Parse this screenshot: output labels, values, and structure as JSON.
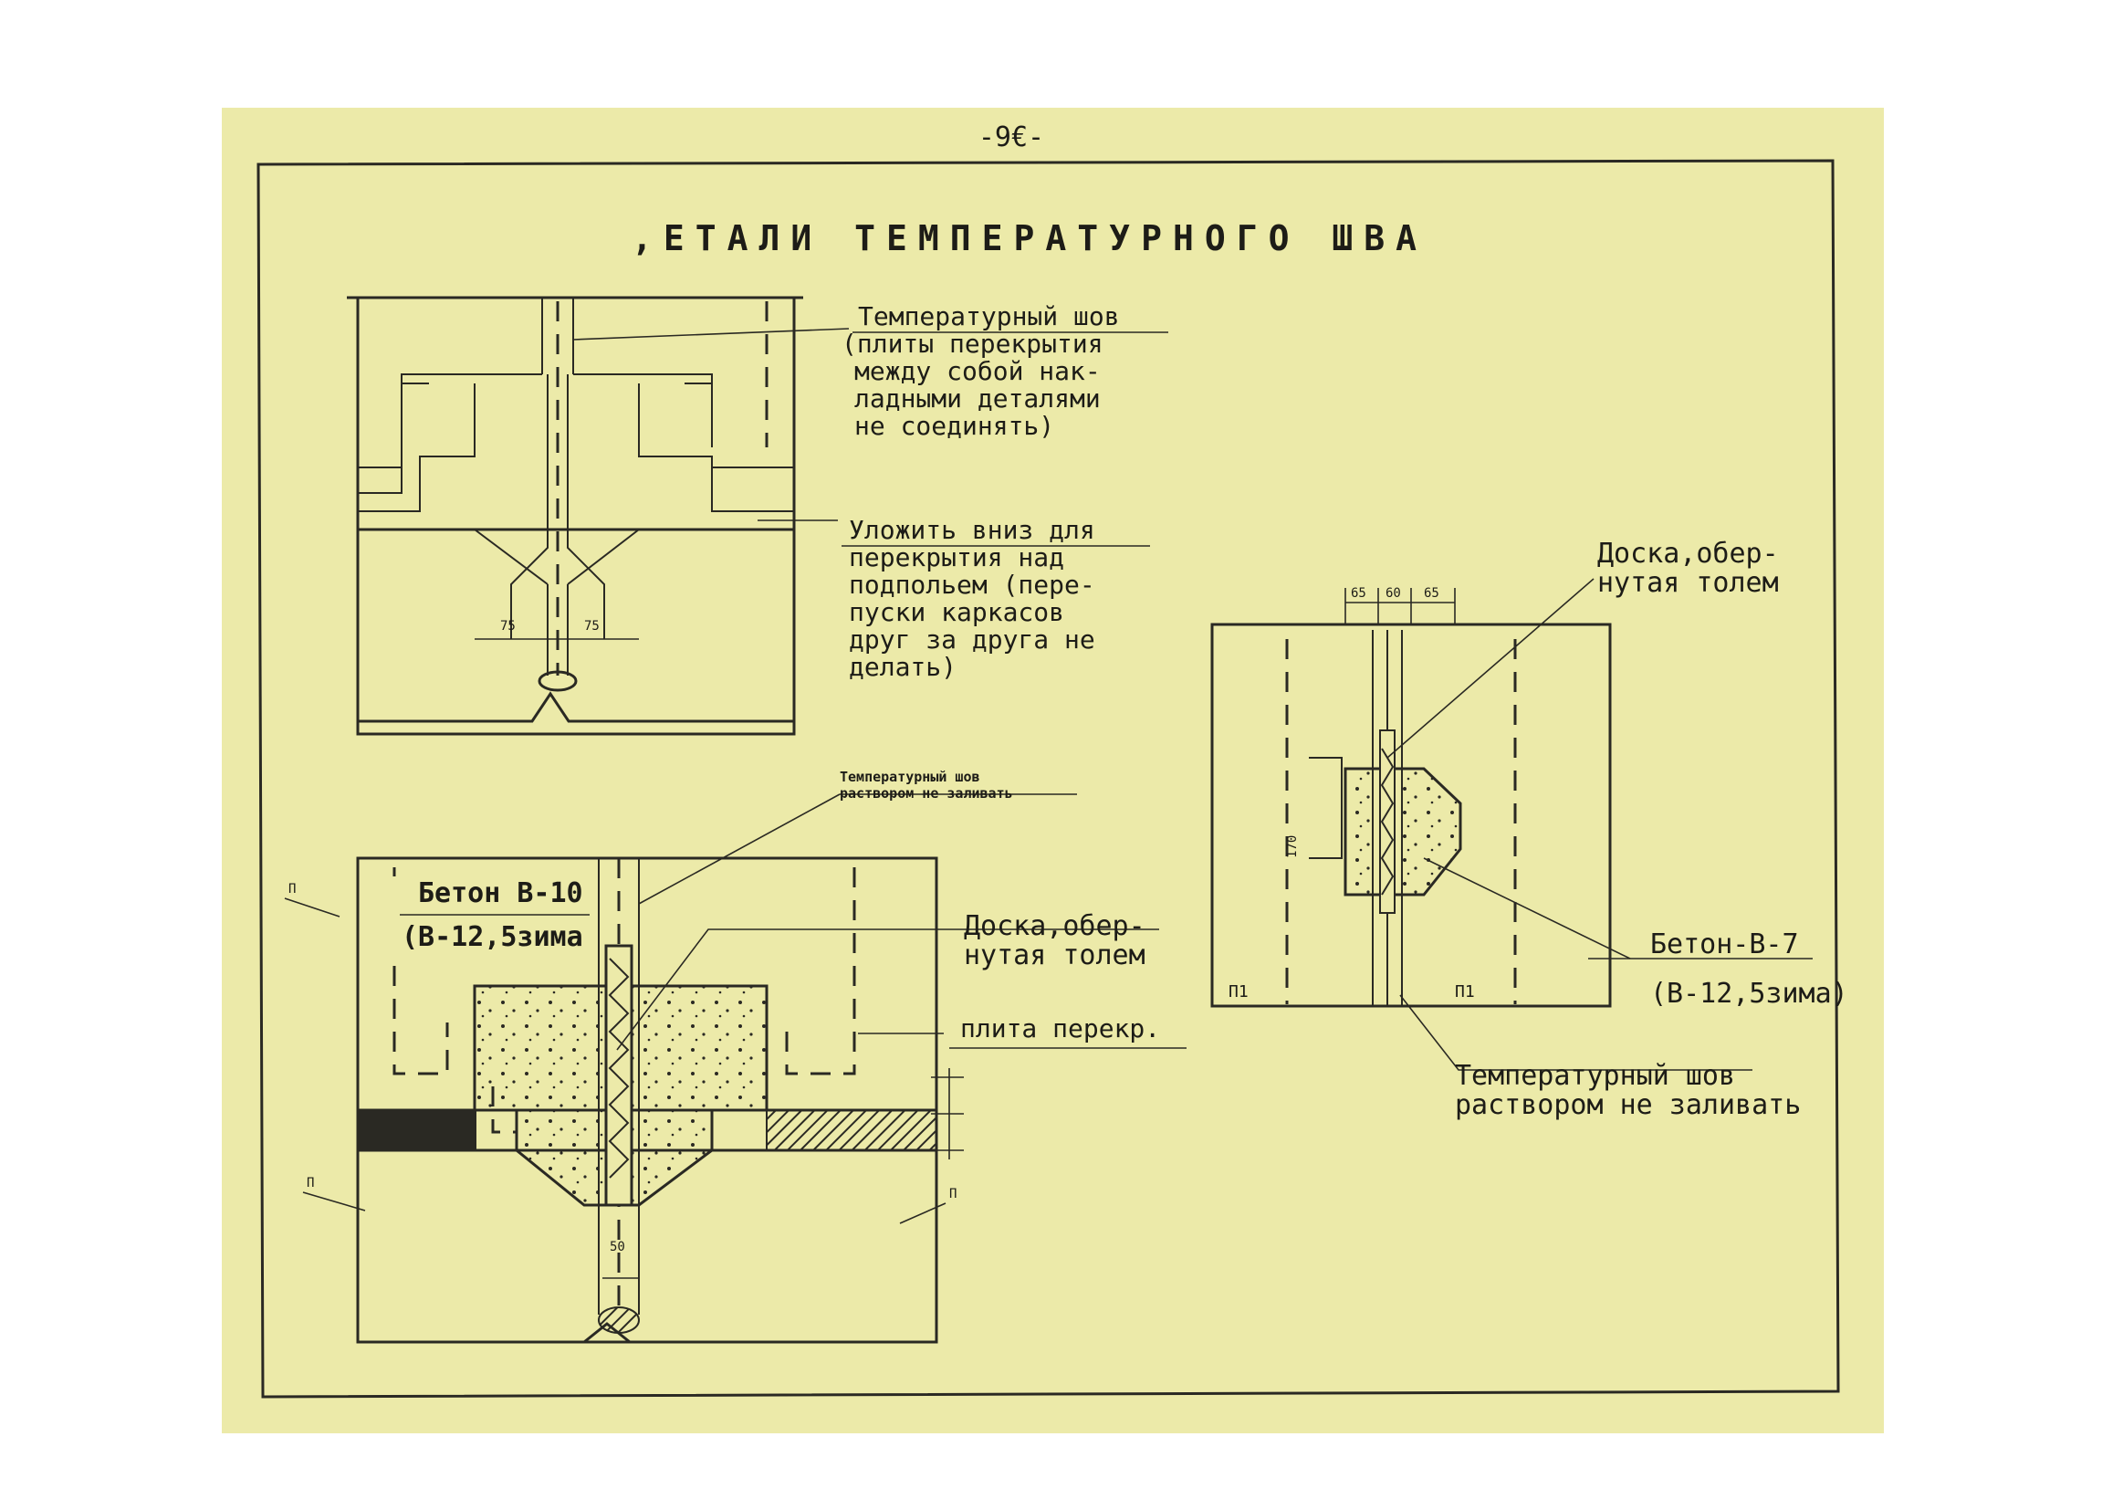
{
  "page": {
    "number": "-9€-",
    "title": ",ЕТАЛИ ТЕМПЕРАТУРНОГО ШВА",
    "colors": {
      "paper": "#eceaa9",
      "ink": "#1d1c17"
    }
  },
  "top_detail": {
    "note_joint": [
      "Температурный шов",
      "(плиты перекрытия",
      "между собой нак-",
      "ладными деталями",
      "не соединять)"
    ],
    "note_place": [
      "Уложить вниз для",
      "перекрытия над",
      "подпольем (пере-",
      "пуски каркасов",
      "друг за друга не",
      "делать)"
    ],
    "dims": [
      "75",
      "75"
    ]
  },
  "bottom_detail": {
    "note_joint_small": [
      "Температурный шов",
      "раствором не заливать"
    ],
    "concrete": [
      "Бетон В-10",
      "(В-12,5зима"
    ],
    "board": [
      "Доска,обер-",
      "нутая толем"
    ],
    "slab": "плита перекр.",
    "dim_v": "50",
    "marks": [
      "П",
      "П",
      "П"
    ]
  },
  "right_detail": {
    "board": [
      "Доска,обер-",
      "нутая толем"
    ],
    "concrete": [
      "Бетон-В-7",
      "(В-12,5зима)"
    ],
    "joint": [
      "Температурный шов",
      "раствором не заливать"
    ],
    "dims_top": [
      "65",
      "60",
      "65"
    ],
    "dim_side": "170",
    "marks": [
      "П1",
      "П1"
    ]
  }
}
